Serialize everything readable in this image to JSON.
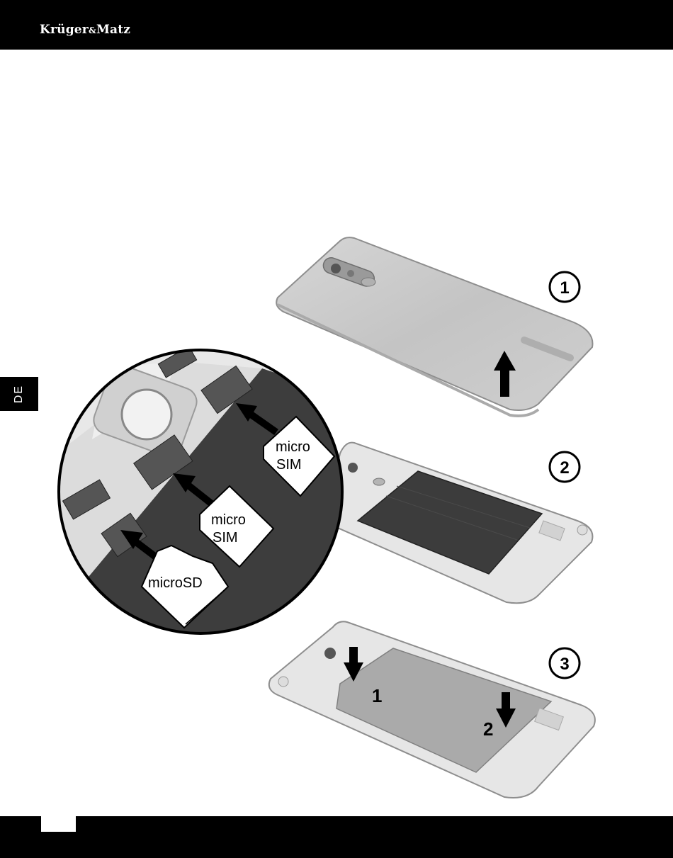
{
  "header": {
    "brand_main": "Krüger",
    "brand_amp": "&",
    "brand_end": "Matz"
  },
  "side_tab": {
    "language": "DE"
  },
  "steps": {
    "step1": "1",
    "step2": "2",
    "step3": "3"
  },
  "zoom_labels": {
    "sim1_line1": "micro",
    "sim1_line2": "SIM",
    "sim2_line1": "micro",
    "sim2_line2": "SIM",
    "sd": "microSD"
  },
  "step3_markers": {
    "marker1": "1",
    "marker2": "2"
  },
  "colors": {
    "bar": "#000000",
    "body": "#c8c8c8",
    "dark": "#3a3a3a"
  }
}
